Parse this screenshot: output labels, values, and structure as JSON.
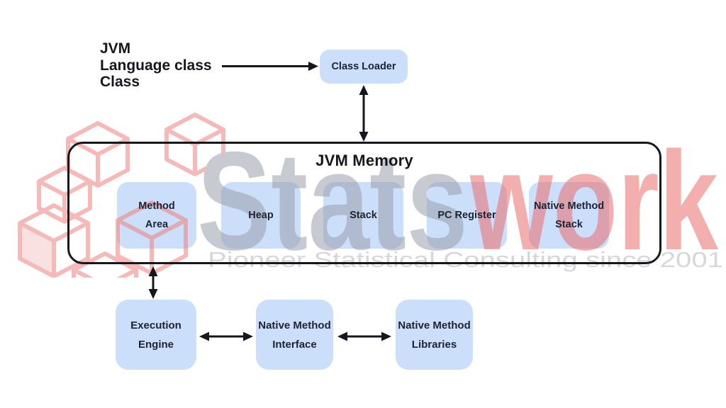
{
  "diagram": {
    "source": {
      "line1": "JVM",
      "line2": "Language class",
      "line3": "Class"
    },
    "class_loader": "Class Loader",
    "memory": {
      "title": "JVM Memory",
      "areas": [
        {
          "line1": "Method",
          "line2": "Area"
        },
        {
          "line1": "Heap"
        },
        {
          "line1": "Stack"
        },
        {
          "line1": "PC Register"
        },
        {
          "line1": "Native Method",
          "line2": "Stack"
        }
      ]
    },
    "engine_row": [
      {
        "line1": "Execution",
        "line2": "Engine"
      },
      {
        "line1": "Native Method",
        "line2": "Interface"
      },
      {
        "line1": "Native Method",
        "line2": "Libraries"
      }
    ]
  },
  "watermark": {
    "brand_primary": "Stats",
    "brand_accent": "work",
    "tagline": "Pioneer Statistical Consulting since 2001"
  },
  "colors": {
    "node_fill": "#cbdefa",
    "node_text": "#1c2333",
    "ink": "#15171c",
    "watermark_gray": "#9b9fac",
    "watermark_red": "#e96f6c",
    "watermark_cube": "#ee827e",
    "watermark_tagline": "#b8b8bf"
  }
}
